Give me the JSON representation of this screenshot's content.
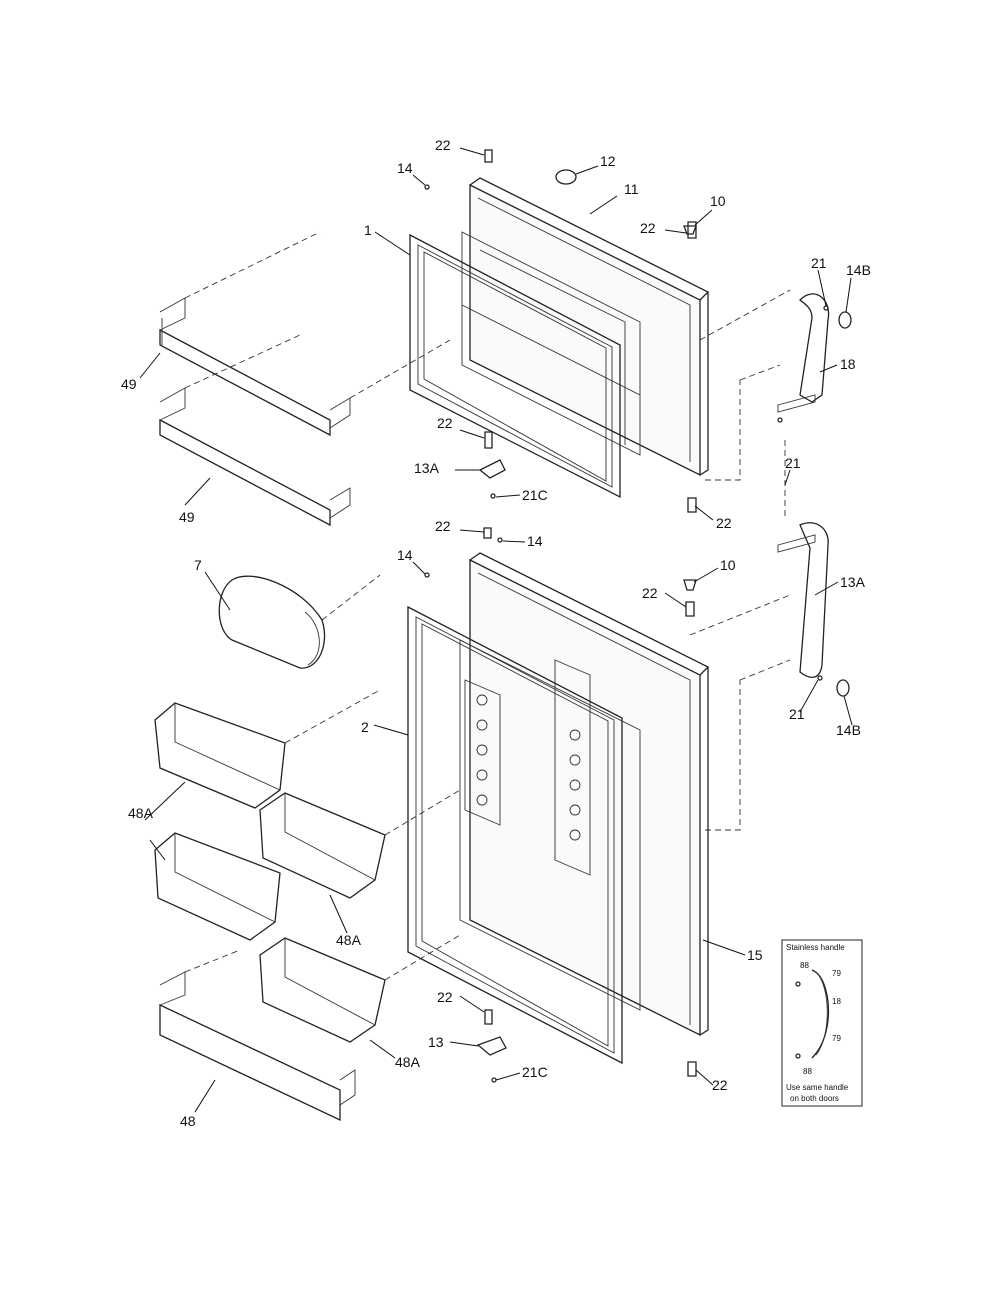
{
  "callouts": {
    "c22_top": "22",
    "c12": "12",
    "c14_top": "14",
    "c11": "11",
    "c10_top": "10",
    "c22_top2": "22",
    "c1": "1",
    "c21_top": "21",
    "c14B_top": "14B",
    "c18": "18",
    "c49_a": "49",
    "c22_mid": "22",
    "c13A_left": "13A",
    "c21_mid": "21",
    "c49_b": "49",
    "c21C_top": "21C",
    "c22_mid2": "22",
    "c22_mid3": "22",
    "c14_mid": "14",
    "c14_mid2": "14",
    "c7": "7",
    "c10_mid": "10",
    "c22_mid4": "22",
    "c13A_right": "13A",
    "c2": "2",
    "c21_low": "21",
    "c14B_low": "14B",
    "c48A_a": "48A",
    "c48A_b": "48A",
    "c15": "15",
    "c22_bot": "22",
    "c13": "13",
    "c48A_c": "48A",
    "c21C_bot": "21C",
    "c22_bot2": "22",
    "c48": "48"
  },
  "inset": {
    "title": "Stainless handle",
    "labels": {
      "a": "88",
      "b": "79",
      "c": "18",
      "d": "79",
      "e": "88"
    },
    "note_line1": "Use same handle",
    "note_line2": "on both doors"
  }
}
